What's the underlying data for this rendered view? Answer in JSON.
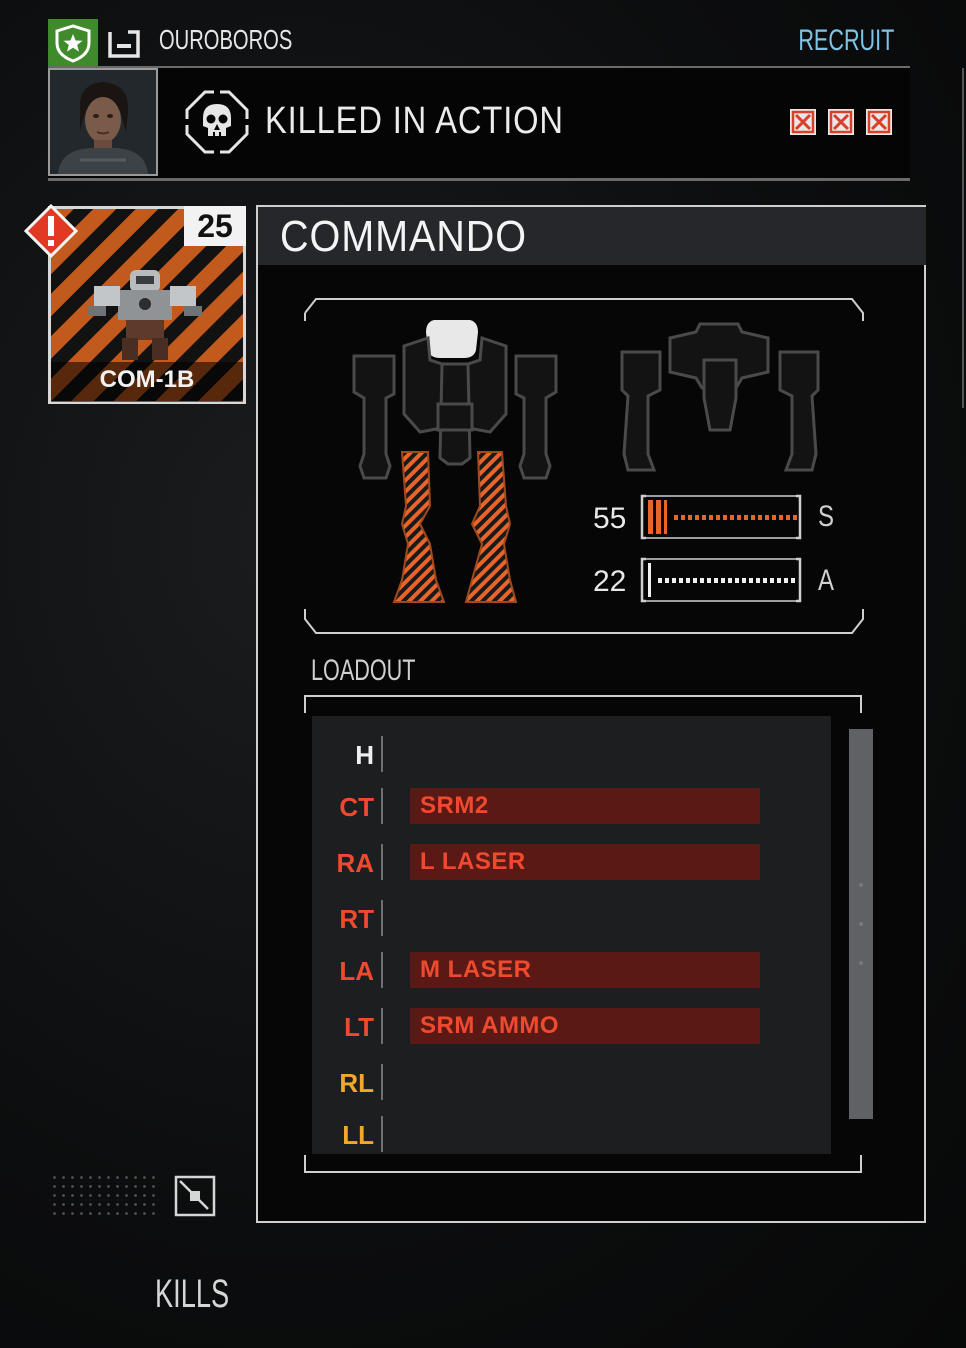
{
  "header": {
    "pilot_name": "OUROBOROS",
    "recruit_label": "RECRUIT",
    "unit_badge_icon": "star-shield-icon",
    "squad_icon": "bracket-icon"
  },
  "status": {
    "label": "KILLED IN ACTION",
    "status_icon": "skull-icon",
    "injuries": [
      "injury-x-icon",
      "injury-x-icon",
      "injury-x-icon"
    ]
  },
  "mech": {
    "variant": "COM-1B",
    "tonnage": "25",
    "warning_icon": "warning-icon",
    "class_name": "COMMANDO"
  },
  "armor": {
    "structure_value": "55",
    "structure_letter": "S",
    "structure_fill": 0.15,
    "armor_value": "22",
    "armor_letter": "A",
    "armor_fill": 0.05
  },
  "loadout": {
    "title": "LOADOUT",
    "slots": [
      {
        "label": "H",
        "item": "",
        "color": "#f0f0f0"
      },
      {
        "label": "CT",
        "item": "SRM2",
        "color": "#ef4a2e"
      },
      {
        "label": "RA",
        "item": "L LASER",
        "color": "#ef4a2e"
      },
      {
        "label": "RT",
        "item": "",
        "color": "#ef4a2e"
      },
      {
        "label": "LA",
        "item": "M LASER",
        "color": "#ef4a2e"
      },
      {
        "label": "LT",
        "item": "SRM AMMO",
        "color": "#ef4a2e"
      },
      {
        "label": "RL",
        "item": "",
        "color": "#f0a72c"
      },
      {
        "label": "LL",
        "item": "",
        "color": "#f0a72c"
      }
    ]
  },
  "footer": {
    "kills_label": "KILLS",
    "expand_icon": "expand-icon"
  },
  "colors": {
    "accent_orange": "#e8642a",
    "destroyed_red": "#ef4a2e",
    "damaged_yellow": "#f0a72c",
    "recruit_blue": "#7ec4e6",
    "badge_green": "#3f8a2a"
  }
}
